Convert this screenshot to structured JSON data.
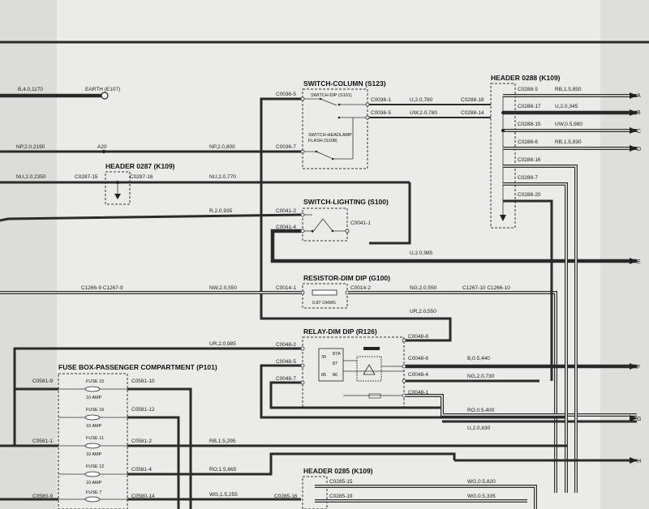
{
  "diagram": {
    "components": {
      "earth": {
        "wire": "B,4.0,1170",
        "label": "EARTH (E107)"
      },
      "switch_column": {
        "title": "SWITCH-COLUMN (S123)",
        "switch_dip": "SWITCH-DIP (S101)",
        "switch_headlamp_1": "SWITCH-HEADLAMP",
        "switch_headlamp_2": "FLASH (S108)"
      },
      "header_0287": {
        "title": "HEADER 0287 (K109)"
      },
      "header_0288": {
        "title": "HEADER 0288 (K109)"
      },
      "switch_lighting": {
        "title": "SWITCH-LIGHTING (S100)"
      },
      "resistor": {
        "title": "RESISTOR-DIM DIP (G100)",
        "value": "0.87 OHMS"
      },
      "relay": {
        "title": "RELAY-DIM DIP (R126)",
        "pin30": "30",
        "pin87a": "87A",
        "pin87": "87",
        "pin85": "85",
        "pin86": "86"
      },
      "fuse_box": {
        "title": "FUSE BOX-PASSENGER COMPARTMENT (P101)",
        "fuses": [
          {
            "name": "FUSE 15",
            "rating": "10 AMP"
          },
          {
            "name": "FUSE 16",
            "rating": "10 AMP"
          },
          {
            "name": "FUSE 11",
            "rating": "10 AMP"
          },
          {
            "name": "FUSE 12",
            "rating": "10 AMP"
          },
          {
            "name": "FUSE 7",
            "rating": ""
          }
        ]
      },
      "header_0285": {
        "title": "HEADER 0285 (K109)"
      }
    },
    "wires": {
      "np_2190": "NP,2.0,2190",
      "a20": "A20",
      "np_800": "NP,2.0,800",
      "nu_2350": "NU,2.0,2350",
      "nu_770": "NU,2.0,770",
      "r_935": "R,2.0,935",
      "u_985": "U,2.0,985",
      "nw_550": "NW,2.0,550",
      "ng_550": "NG,2.0,550",
      "ur_550": "UR,2.0,550",
      "ur_985": "UR,2.0,985",
      "u_780": "U,2.0,780",
      "uw_780": "UW,2.0,780",
      "rb_850": "RB,1.5,850",
      "u_345": "U,2.0,345",
      "uw_980": "UW,0.5,980",
      "rb_930": "RB,1.5,930",
      "b_440": "B,0.5,440",
      "ng_730": "NG,2.0,730",
      "ro_400": "RO,0.5,400",
      "u_830": "U,2.0,830",
      "rb_295": "RB,1.5,295",
      "ro_665": "RO,1.5,665",
      "wg_820": "WG,0.5,820",
      "wg_255": "WG,1.5,255",
      "wg_335": "WG,0.5,335"
    },
    "connectors": {
      "c0036_5": "C0036-5",
      "c0036_7a": "C0036-7",
      "c0036_1": "C0036-1",
      "c0036_5b": "C0036-5",
      "c0288_18": "C0288-18",
      "c0288_14": "C0288-14",
      "c0287_15": "C0287-15",
      "c0287_16": "C0287-16",
      "c0288_5": "C0288-5",
      "c0288_17": "C0288-17",
      "c0288_15": "C0288-15",
      "c0288_6": "C0288-6",
      "c0288_16": "C0288-16",
      "c0288_7": "C0288-7",
      "c0288_20": "C0288-20",
      "c0041_2": "C0041-2",
      "c0041_4": "C0041-4",
      "c0041_1": "C0041-1",
      "c1266_9_c1267_9": "C1266-9  C1267-9",
      "c0014_1": "C0014-1",
      "c0014_2": "C0014-2",
      "c1267_10_c1266_10": "C1267-10  C1266-10",
      "c0048_2": "C0048-2",
      "c0048_5": "C0048-5",
      "c0048_7": "C0048-7",
      "c0048_8": "C0048-8",
      "c0048_6": "C0048-6",
      "c0048_4": "C0048-4",
      "c0048_1": "C0048-1",
      "c0581_9": "C0581-9",
      "c0581_10": "C0581-10",
      "c0581_12": "C0581-12",
      "c0581_1": "C0581-1",
      "c0581_2": "C0581-2",
      "c0581_4": "C0581-4",
      "c0580_9": "C0580-9",
      "c0580_14": "C0580-14",
      "c0285_15": "C0285-15",
      "c0285_16": "C0285-16",
      "c0285_19": "C0285-19"
    },
    "destinations": [
      "A",
      "B",
      "C",
      "D",
      "E",
      "F",
      "G",
      "H"
    ]
  }
}
